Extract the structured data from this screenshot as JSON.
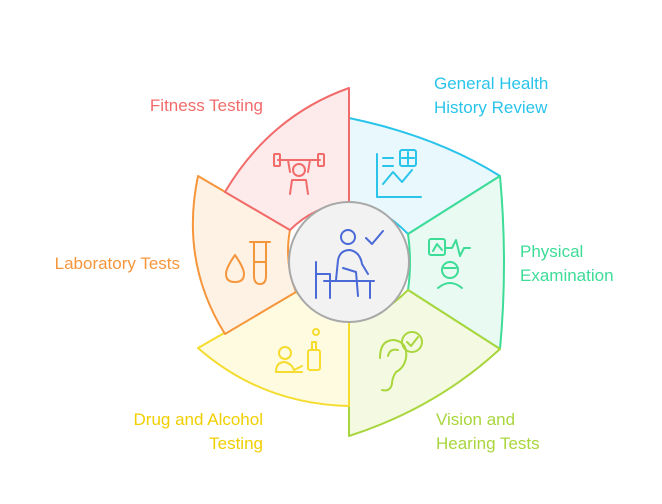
{
  "center": {
    "icon": "person-at-desk-checkmark-icon"
  },
  "segments": [
    {
      "id": "general-health-history-review",
      "lines": [
        "General Health",
        "History Review"
      ],
      "color": "#2ac4ea",
      "fill": "#e9f8fd",
      "icon": "chart-with-plus-icon"
    },
    {
      "id": "physical-examination",
      "lines": [
        "Physical",
        "Examination"
      ],
      "color": "#3ddc97",
      "fill": "#e8faf1",
      "icon": "heartbeat-doctor-icon"
    },
    {
      "id": "vision-and-hearing-tests",
      "lines": [
        "Vision and",
        "Hearing Tests"
      ],
      "color": "#a9d63c",
      "fill": "#f4fae2",
      "icon": "ear-checkmark-icon"
    },
    {
      "id": "drug-and-alcohol-testing",
      "lines": [
        "Drug and Alcohol",
        "Testing"
      ],
      "color": "#f5dc2e",
      "fill": "#fefbe0",
      "icon": "person-bottle-icon"
    },
    {
      "id": "laboratory-tests",
      "lines": [
        "Laboratory Tests"
      ],
      "color": "#f5963c",
      "fill": "#fef2e5",
      "icon": "drop-test-tube-icon"
    },
    {
      "id": "fitness-testing",
      "lines": [
        "Fitness Testing"
      ],
      "color": "#f26b6b",
      "fill": "#fdebeb",
      "icon": "weightlifter-icon"
    }
  ]
}
